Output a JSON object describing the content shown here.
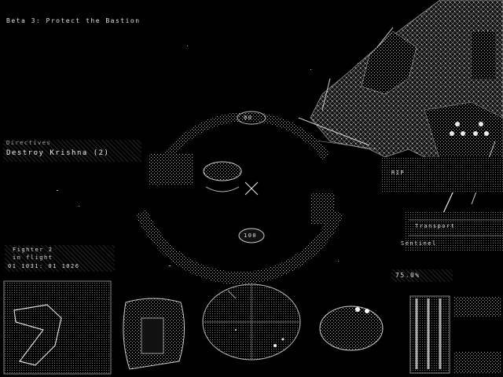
{
  "mission": {
    "objective_title": "Beta 3: Protect the Bastion"
  },
  "directives": {
    "header": "Directives",
    "item": "Destroy Krishna (2)"
  },
  "target": {
    "name": "Fighter 2",
    "status": "in flight",
    "info": "01 1031: 01 1026"
  },
  "speed": {
    "value": "100"
  },
  "hud_markers": {
    "top_label": "00"
  },
  "right_panel": {
    "line1": "RIP",
    "line2": "Transport",
    "line3": "Sentinel",
    "readout": "75.0%"
  }
}
